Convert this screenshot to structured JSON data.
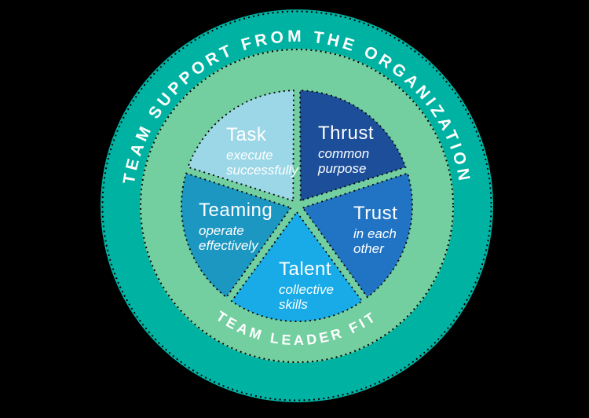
{
  "diagram": {
    "rings": {
      "outer": {
        "label": "TEAM SUPPORT FROM THE ORGANIZATION",
        "color": "#00b2a2"
      },
      "middle": {
        "label": "TEAM LEADER FIT",
        "color": "#73cfa0"
      }
    },
    "segments": [
      {
        "title": "Thrust",
        "subtitle": "common purpose",
        "color": "#1c4e9a"
      },
      {
        "title": "Trust",
        "subtitle": "in each other",
        "color": "#2173c4"
      },
      {
        "title": "Talent",
        "subtitle": "collective skills",
        "color": "#18abe7"
      },
      {
        "title": "Teaming",
        "subtitle": "operate effectively",
        "color": "#1c97c1"
      },
      {
        "title": "Task",
        "subtitle": "execute successfully",
        "color": "#9cd7e8"
      }
    ],
    "colors": {
      "background": "#000000",
      "label_text": "#ffffff",
      "dotted_border": "#000000"
    }
  }
}
